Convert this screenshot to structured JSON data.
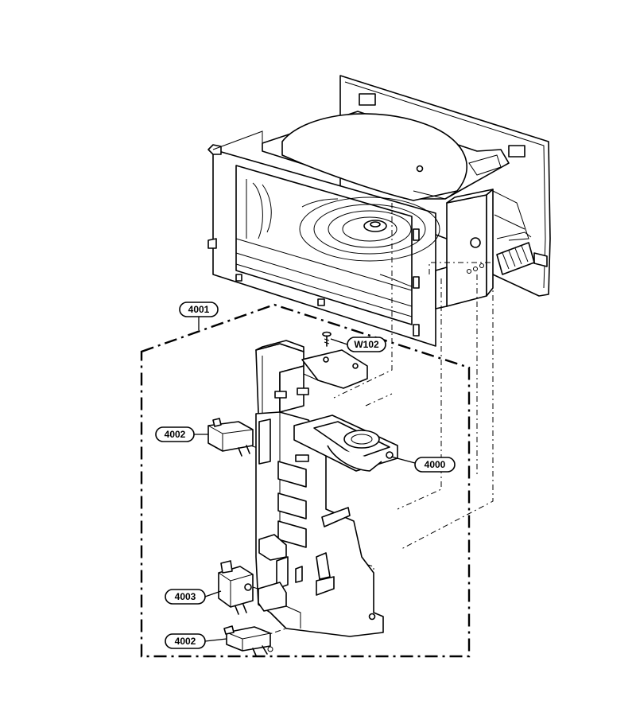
{
  "callouts": [
    {
      "id": "assembly",
      "label": "4001"
    },
    {
      "id": "screw",
      "label": "W102"
    },
    {
      "id": "switch-upper",
      "label": "4002"
    },
    {
      "id": "lever",
      "label": "4000"
    },
    {
      "id": "switch-middle",
      "label": "4003"
    },
    {
      "id": "switch-lower",
      "label": "4002"
    }
  ]
}
